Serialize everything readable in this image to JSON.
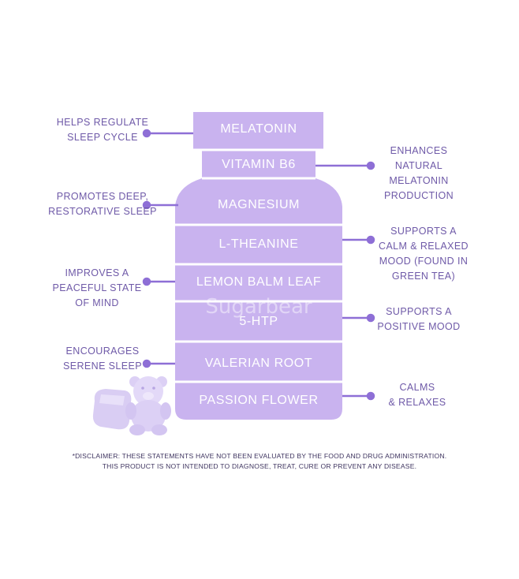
{
  "colors": {
    "bottle_fill": "#c9b3ef",
    "divider": "#ffffff",
    "connector": "#8e6fd6",
    "text_purple": "#6f5aa8",
    "gummy": "#dcd0f5"
  },
  "brand_watermark": "Sugarbear",
  "ingredients": [
    "MELATONIN",
    "VITAMIN B6",
    "MAGNESIUM",
    "L-THEANINE",
    "LEMON BALM LEAF",
    "5-HTP",
    "VALERIAN ROOT",
    "PASSION FLOWER"
  ],
  "left_benefits": [
    "HELPS REGULATE\nSLEEP CYCLE",
    "PROMOTES DEEP,\nRESTORATIVE SLEEP",
    "IMPROVES A\nPEACEFUL STATE\nOF MIND",
    "ENCOURAGES\nSERENE SLEEP"
  ],
  "right_benefits": [
    "ENHANCES\nNATURAL\nMELATONIN\nPRODUCTION",
    "SUPPORTS A\nCALM & RELAXED\nMOOD (FOUND IN\nGREEN TEA)",
    "SUPPORTS A\nPOSITIVE MOOD",
    "CALMS\n& RELAXES"
  ],
  "disclaimer": [
    "*DISCLAIMER: THESE STATEMENTS HAVE NOT BEEN EVALUATED BY THE FOOD AND DRUG ADMINISTRATION.",
    "THIS PRODUCT IS NOT INTENDED TO DIAGNOSE, TREAT, CURE OR PREVENT ANY DISEASE."
  ]
}
